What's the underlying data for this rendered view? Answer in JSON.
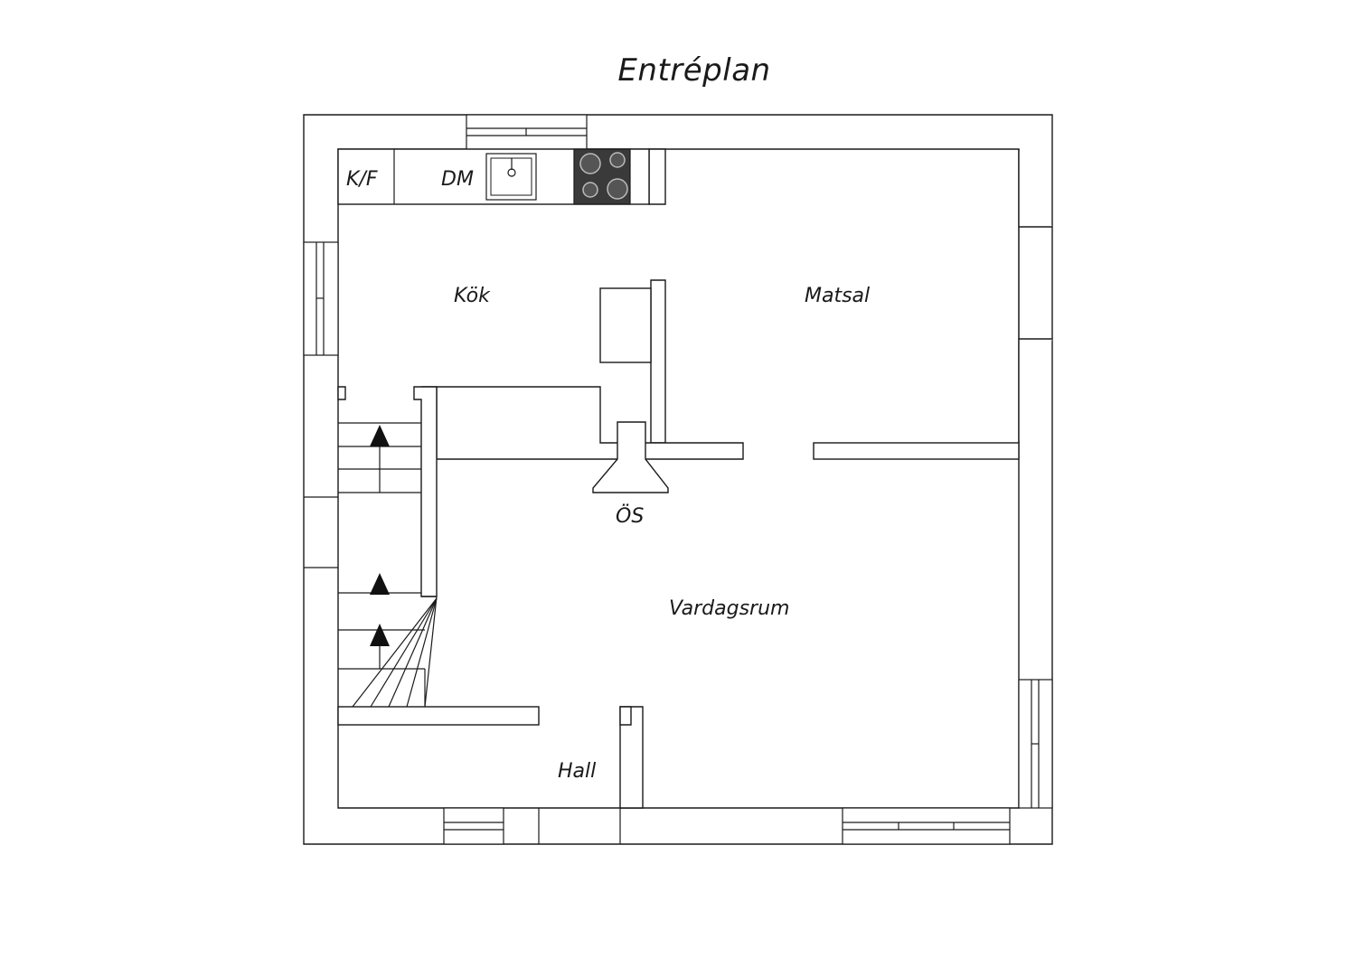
{
  "title": "Entréplan",
  "fixtures": {
    "fridge_freezer": "K/F",
    "dishwasher": "DM",
    "fireplace": "ÖS"
  },
  "rooms": {
    "kitchen": "Kök",
    "dining": "Matsal",
    "living": "Vardagsrum",
    "hall": "Hall"
  },
  "icons": [
    "sink-icon",
    "stove-icon",
    "stair-arrow-icon",
    "window-icon"
  ],
  "colors": {
    "line": "#1a1a1a",
    "stove": "#3a3a3a",
    "background": "#ffffff"
  }
}
